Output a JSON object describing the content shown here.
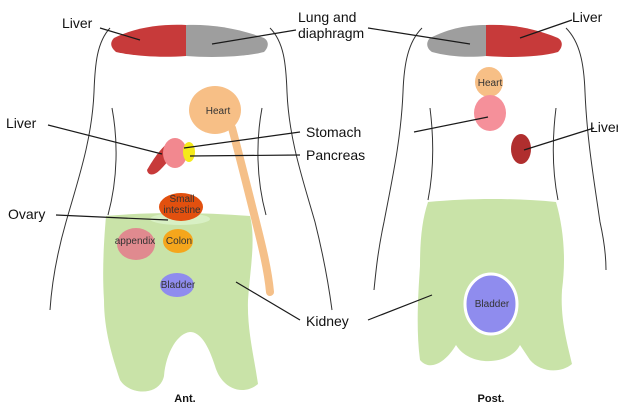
{
  "anterior": {
    "view_label": "Ant.",
    "callouts": {
      "liver_top": "Liver",
      "lung_diaphragm_1": "Lung and",
      "lung_diaphragm_2": "diaphragm",
      "liver_left": "Liver",
      "stomach": "Stomach",
      "pancreas": "Pancreas",
      "ovary": "Ovary",
      "kidney": "Kidney"
    },
    "organ_labels": {
      "heart": "Heart",
      "small_intestine_1": "Small",
      "small_intestine_2": "intestine",
      "appendix": "appendix",
      "colon": "Colon",
      "bladder": "Bladder"
    }
  },
  "posterior": {
    "view_label": "Post.",
    "callouts": {
      "liver_top": "Liver",
      "liver_right": "Liver"
    },
    "organ_labels": {
      "heart": "Heart",
      "bladder": "Bladder"
    }
  },
  "colors": {
    "liver": "#c73a3a",
    "lung": "#9e9e9e",
    "heart": "#f7bf86",
    "stomach": "#f2888f",
    "pancreas": "#f5ea1a",
    "small_intestine": "#e2500f",
    "intestine_band": "#d8f0c4",
    "colon": "#f5a61c",
    "appendix": "#e08a8f",
    "bladder": "#8f8cee",
    "kidney_region": "#c9e3a8",
    "kidney_tube": "#f5c089",
    "posterior_liver_lower": "#b02e2e",
    "posterior_heart_lower": "#f5909a"
  }
}
